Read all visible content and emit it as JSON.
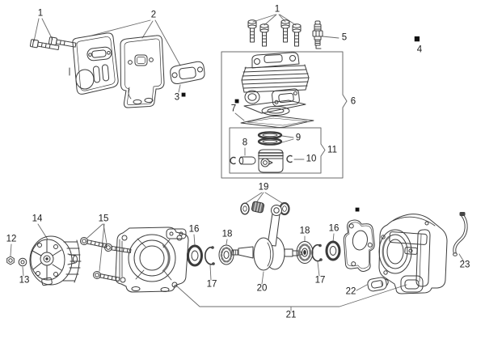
{
  "figure": {
    "type": "exploded-parts-diagram",
    "background": "#ffffff",
    "line_color": "#3c3c3c",
    "marker_color": "#111111",
    "symbols": {
      "filled_square": "■"
    },
    "labels": [
      {
        "n": "1"
      },
      {
        "n": "2"
      },
      {
        "n": "3"
      },
      {
        "n": "1"
      },
      {
        "n": "5"
      },
      {
        "n": "4"
      },
      {
        "n": "6"
      },
      {
        "n": "7"
      },
      {
        "n": "8"
      },
      {
        "n": "9"
      },
      {
        "n": "10"
      },
      {
        "n": "11"
      },
      {
        "n": "12"
      },
      {
        "n": "13"
      },
      {
        "n": "14"
      },
      {
        "n": "15"
      },
      {
        "n": "16"
      },
      {
        "n": "17"
      },
      {
        "n": "18"
      },
      {
        "n": "19"
      },
      {
        "n": "18"
      },
      {
        "n": "16"
      },
      {
        "n": "17"
      },
      {
        "n": "20"
      },
      {
        "n": "21"
      },
      {
        "n": "22"
      },
      {
        "n": "23"
      }
    ]
  }
}
